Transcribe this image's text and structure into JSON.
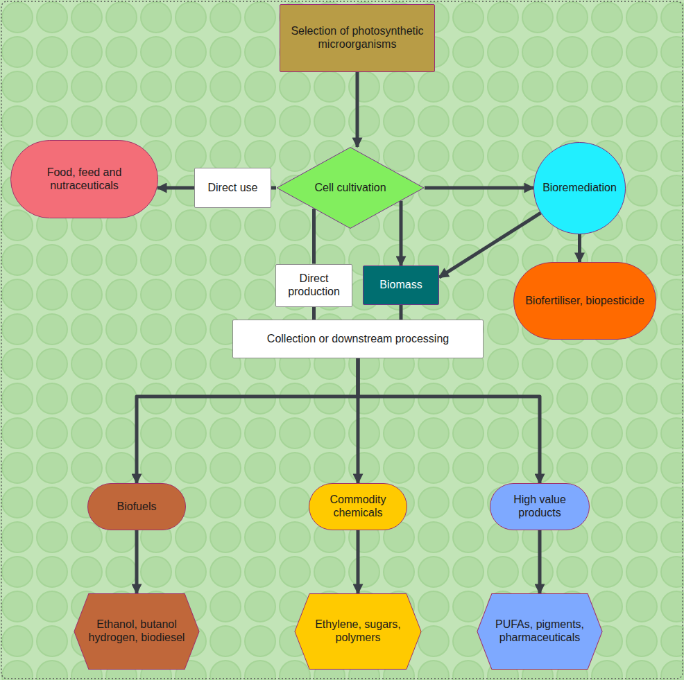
{
  "diagram": {
    "nodes": [
      {
        "text": [
          "Selection of photosynthetic microorganisms"
        ]
      },
      {
        "text": [
          "Food, feed and nutraceuticals"
        ]
      },
      {
        "text": [
          "Direct use"
        ]
      },
      {
        "text": [
          "Cell cultivation"
        ]
      },
      {
        "text": [
          "Bioremediation"
        ]
      },
      {
        "text": [
          "Direct production"
        ]
      },
      {
        "text": [
          "Biomass"
        ]
      },
      {
        "text": [
          "Biofertiliser, biopesticide"
        ]
      },
      {
        "text": [
          "Collection or downstream processing"
        ]
      },
      {
        "text": [
          "Biofuels"
        ]
      },
      {
        "text": [
          "Commodity chemicals"
        ]
      },
      {
        "text": [
          "High value products"
        ]
      },
      {
        "text": [
          "Ethanol, butanol hydrogen, biodiesel"
        ]
      },
      {
        "text": [
          "Ethylene, sugars, polymers"
        ]
      },
      {
        "text": [
          "PUFAs, pigments, pharmaceuticals"
        ]
      }
    ],
    "edges": [
      {
        "from": 0,
        "to": 3,
        "arrow": "to"
      },
      {
        "from": 3,
        "to": 2,
        "arrow": "none"
      },
      {
        "from": 2,
        "to": 1,
        "arrow": "to"
      },
      {
        "from": 3,
        "to": 4,
        "arrow": "to"
      },
      {
        "from": 3,
        "to": 5,
        "arrow": "none"
      },
      {
        "from": 5,
        "to": 8,
        "arrow": "none"
      },
      {
        "from": 3,
        "to": 6,
        "arrow": "to"
      },
      {
        "from": 4,
        "to": 6,
        "arrow": "to"
      },
      {
        "from": 6,
        "to": 8,
        "arrow": "none"
      },
      {
        "from": 4,
        "to": 7,
        "arrow": "to"
      },
      {
        "from": 8,
        "to": 9,
        "arrow": "to"
      },
      {
        "from": 8,
        "to": 10,
        "arrow": "to"
      },
      {
        "from": 8,
        "to": 11,
        "arrow": "to"
      },
      {
        "from": 9,
        "to": 12,
        "arrow": "to"
      },
      {
        "from": 10,
        "to": 13,
        "arrow": "to"
      },
      {
        "from": 11,
        "to": 14,
        "arrow": "to"
      }
    ]
  }
}
